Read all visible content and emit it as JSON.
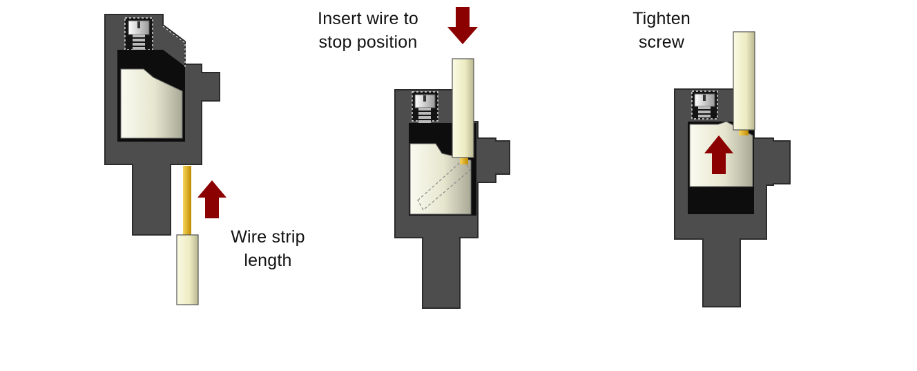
{
  "steps": [
    {
      "id": "strip",
      "label": "Wire strip\nlength"
    },
    {
      "id": "insert",
      "label": "Insert wire to\nstop position"
    },
    {
      "id": "tighten",
      "label": "Tighten\nscrew"
    }
  ],
  "colors": {
    "housing": "#4d4d4d",
    "outline": "#2b2b2b",
    "cavity": "#0d0d0d",
    "clamp": "#e8e8d2",
    "insulation": "#f2f2c8",
    "conductor": "#e0b020",
    "arrow": "#8b0000",
    "screw": "#d9d9d9"
  },
  "icons": [
    "arrow-up-icon",
    "arrow-down-icon",
    "screw-icon"
  ]
}
